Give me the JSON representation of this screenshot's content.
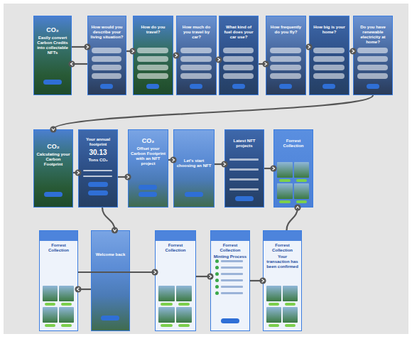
{
  "diagram": {
    "nodes": [
      {
        "text": [
          "CO₂",
          "Easily convert Carbon Credits into collectable NFTs"
        ]
      },
      {
        "text": [
          "How would you describe your living situation?"
        ]
      },
      {
        "text": [
          "How do you travel?"
        ]
      },
      {
        "text": [
          "How much do you travel by car?"
        ]
      },
      {
        "text": [
          "What kind of fuel does your car use?"
        ]
      },
      {
        "text": [
          "How frequently do you fly?"
        ]
      },
      {
        "text": [
          "How big is your home?"
        ]
      },
      {
        "text": [
          "Do you have renewable electricity at home?"
        ]
      },
      {
        "text": [
          "CO₂",
          "Calculating your Carbon Footprint"
        ]
      },
      {
        "text": [
          "Your annual footprint",
          "30.13",
          "Tons CO₂"
        ]
      },
      {
        "text": [
          "CO₂",
          "Offset your Carbon Footprint with an NFT project"
        ]
      },
      {
        "text": [
          "Let's start choosing an NFT"
        ]
      },
      {
        "text": [
          "Latest NFT projects"
        ]
      },
      {
        "text": [
          "Forrest Collection"
        ]
      },
      {
        "text": [
          "Forrest Collection"
        ]
      },
      {
        "text": [
          "Welcome back"
        ]
      },
      {
        "text": [
          "Forrest Collection"
        ]
      },
      {
        "text": [
          "Forrest Collection",
          "Minting Process"
        ]
      },
      {
        "text": [
          "Forrest Collection",
          "Your transaction has been confirmed"
        ]
      }
    ],
    "edges": [
      {
        "from": 0,
        "to": 1,
        "arrow": "to"
      },
      {
        "from": 1,
        "to": 2,
        "arrow": "to"
      },
      {
        "from": 2,
        "to": 3,
        "arrow": "to"
      },
      {
        "from": 3,
        "to": 4,
        "arrow": "to"
      },
      {
        "from": 4,
        "to": 5,
        "arrow": "to"
      },
      {
        "from": 5,
        "to": 6,
        "arrow": "to"
      },
      {
        "from": 6,
        "to": 7,
        "arrow": "to"
      },
      {
        "from": 7,
        "to": 8,
        "arrow": "to"
      },
      {
        "from": 8,
        "to": 9,
        "arrow": "to"
      },
      {
        "from": 9,
        "to": 10,
        "arrow": "to"
      },
      {
        "from": 10,
        "to": 11,
        "arrow": "to"
      },
      {
        "from": 11,
        "to": 12,
        "arrow": "to"
      },
      {
        "from": 12,
        "to": 13,
        "arrow": "to"
      },
      {
        "from": 9,
        "to": 15,
        "arrow": "to"
      },
      {
        "from": 15,
        "to": 14,
        "arrow": "to"
      },
      {
        "from": 14,
        "to": 16,
        "arrow": "to"
      },
      {
        "from": 16,
        "to": 17,
        "arrow": "to"
      },
      {
        "from": 17,
        "to": 18,
        "arrow": "to"
      },
      {
        "from": 18,
        "to": 13,
        "arrow": "to"
      },
      {
        "from": 1,
        "to": 0,
        "arrow": "to"
      }
    ]
  }
}
